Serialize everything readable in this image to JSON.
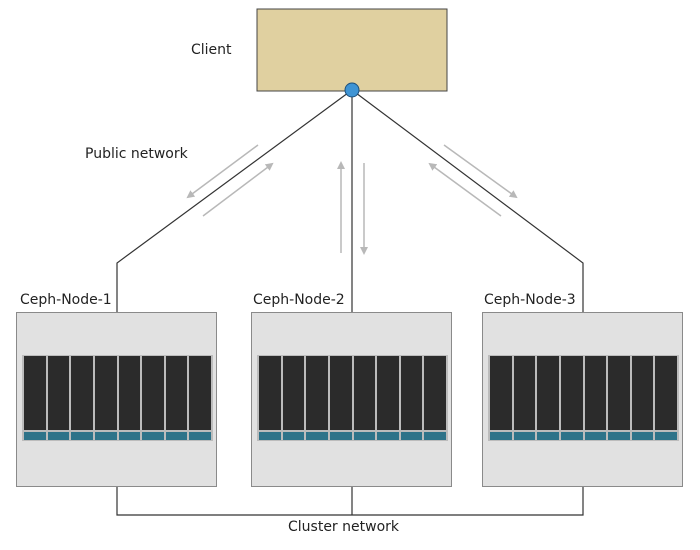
{
  "client": {
    "label": "Client",
    "fill": "#e0d0a0"
  },
  "public_network": {
    "label": "Public network"
  },
  "cluster_network": {
    "label": "Cluster network"
  },
  "nodes": [
    {
      "label": "Ceph-Node-1",
      "disks": 8
    },
    {
      "label": "Ceph-Node-2",
      "disks": 8
    },
    {
      "label": "Ceph-Node-3",
      "disks": 8
    }
  ],
  "colors": {
    "node_fill": "#e1e1e1",
    "disk": "#2b2b2b",
    "disk_port": "#2e7389",
    "hub": "#3f94d4",
    "arrow": "#b8b8b8",
    "line": "#333333"
  }
}
